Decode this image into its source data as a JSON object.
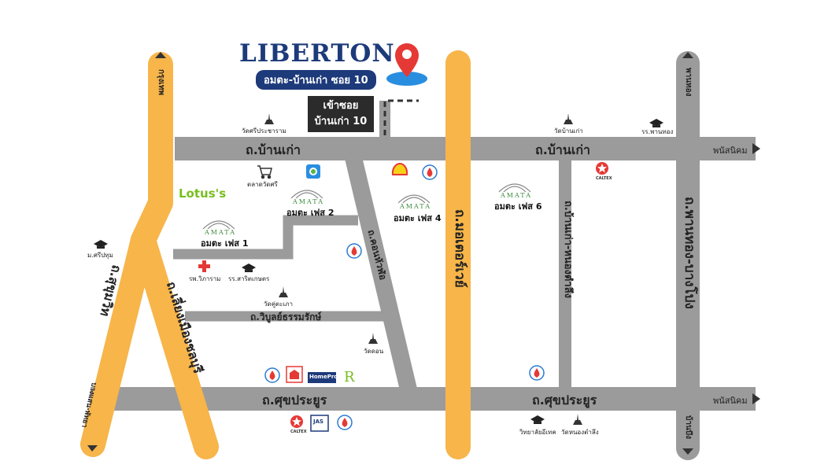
{
  "title": "LIBERTON",
  "subtitle": "อมตะ-บ้านเก่า ซอย 10",
  "entrance": {
    "line1": "เข้าซอย",
    "line2": "บ้านเก่า 10"
  },
  "roads": {
    "ban_kao_left": "ถ.บ้านเก่า",
    "ban_kao_right": "ถ.บ้านเก่า",
    "sukprayoon_left": "ถ.ศุขประยูร",
    "sukprayoon_right": "ถ.ศุขประยูร",
    "motorway": "ถ.มอเตอร์เวย์",
    "sukhumvit": "ถ.สุขุมวิท",
    "liang_mueang": "ถ.เลี่ยงเมืองชลบุรี",
    "khon_hua_lo": "ถ.คอนหัวฬ่อ",
    "ban_kao_nong_tamlueng": "ถ.บ้านเก่า-หนองตำลึง",
    "phan_thong_bang_pong": "ถ.พานทอง-บางโปง",
    "wibun": "ถ.วิบูลย์ธรรมรักษ์"
  },
  "directions": {
    "bangkok": "กรุงเทพ",
    "phanat_top": "พนัสนิคม",
    "phanat_bottom": "พนัสนิคม",
    "phan_thong": "พานทอง",
    "ban_bueng": "บ้านบึง",
    "bang_saen": "บางแสน-พัทยา"
  },
  "places": {
    "wat_si_pracharam": "วัดศรีประชาราม",
    "wat_ban_kao": "วัดบ้านเก่า",
    "phan_thong_school": "รร.พานทอง",
    "talat_wat_si": "ตลาดวัดศรี",
    "lotus": "Lotus's",
    "sripatum": "ม.ศรีปทุม",
    "hospital": "รพ.วิภาราม",
    "sarit_school": "รร.สาริตเกษตร",
    "wat_khu_takao": "วัดคู่ตะเภา",
    "wat_don": "วัดดอน",
    "tech_college": "วิทยาลัยอีเทค",
    "wat_nong_tamlueng": "วัดหนองตำลึง",
    "caltex": "CALTEX",
    "homepro": "HomePro",
    "jas": "JAS"
  },
  "phases": {
    "p1": "อมตะ เฟส 1",
    "p2": "อมตะ เฟส 2",
    "p4": "อมตะ เฟส 4",
    "p6": "อมตะ เฟส 6",
    "amata": "AMATA"
  },
  "colors": {
    "grey_road": "#9b9b9b",
    "orange_road": "#f7b54a",
    "navy": "#1d3a7a",
    "lotus_green": "#78be20"
  }
}
